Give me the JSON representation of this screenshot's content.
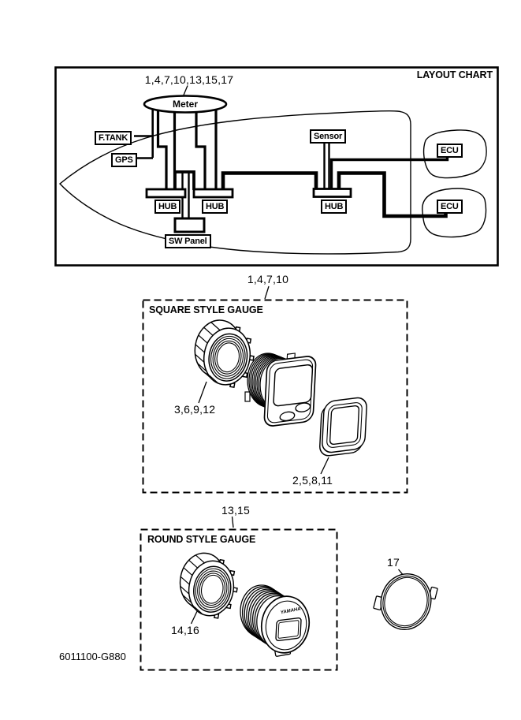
{
  "page": {
    "background": "#ffffff",
    "ink": "#000000"
  },
  "layout_chart": {
    "title": "LAYOUT CHART",
    "meter_ref": "1,4,7,10,13,15,17",
    "meter_label": "Meter",
    "fuel_tank_label": "F.TANK",
    "gps_label": "GPS",
    "sensor_label": "Sensor",
    "hub_label": "HUB",
    "ecu_label": "ECU",
    "sw_panel_label": "SW Panel"
  },
  "square_gauge_section": {
    "ref": "1,4,7,10",
    "title": "SQUARE STYLE GAUGE",
    "lock_ring_ref": "3,6,9,12",
    "bezel_ref": "2,5,8,11"
  },
  "round_gauge_section": {
    "ref": "13,15",
    "title": "ROUND STYLE GAUGE",
    "lock_nut_ref": "14,16",
    "trim_ring_ref": "17",
    "gauge_brand": "YAMAHA"
  },
  "footer_code": "6011100-G880"
}
